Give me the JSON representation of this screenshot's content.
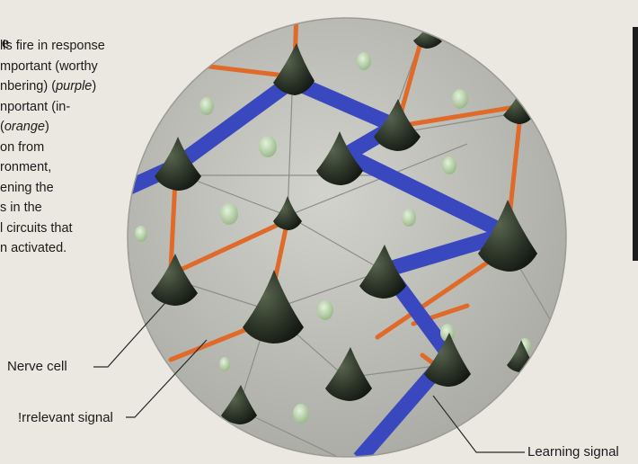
{
  "caption": {
    "heading": "e",
    "lines": [
      "lls fire in response",
      "mportant (worthy",
      "nbering) (",
      "purple",
      ")",
      "nportant (in-",
      "(",
      "orange",
      ")",
      "on from",
      "ronment,",
      "ening the",
      "s in the",
      "l circuits that",
      "n activated."
    ]
  },
  "labels": {
    "nerve_cell": "Nerve cell",
    "irrelevant_signal": "!rrelevant signal",
    "learning_signal": "Learning signal"
  },
  "colors": {
    "learning_signal": "#3a48c0",
    "irrelevant_signal": "#e06a2a",
    "nerve_cell": "#2a3326",
    "background_disc": "#bcbdb6",
    "small_cells": "#b9d2ac"
  }
}
